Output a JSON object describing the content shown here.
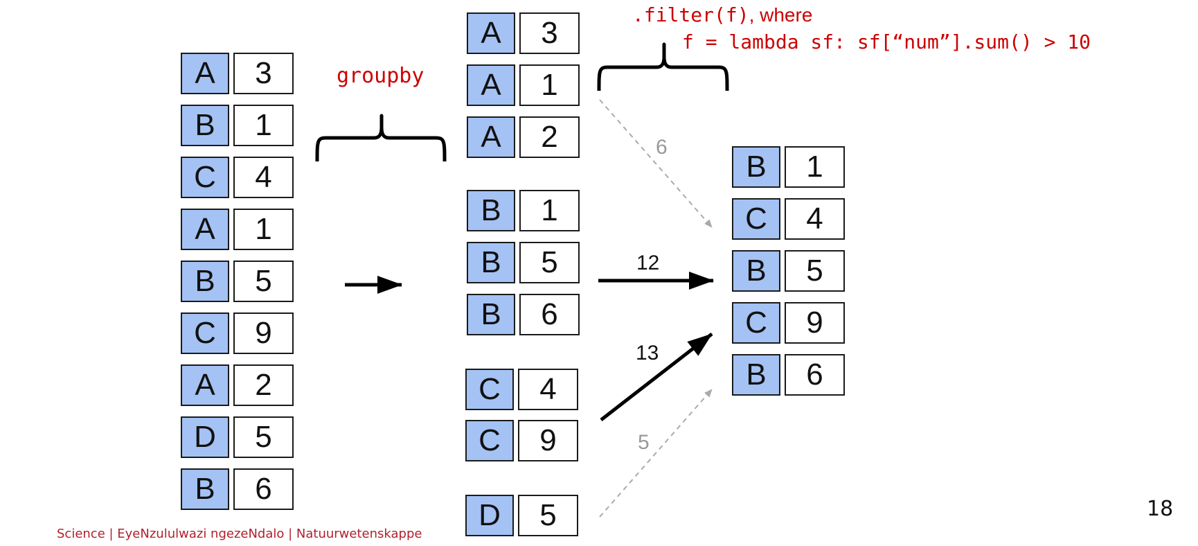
{
  "input_table": [
    {
      "key": "A",
      "num": "3"
    },
    {
      "key": "B",
      "num": "1"
    },
    {
      "key": "C",
      "num": "4"
    },
    {
      "key": "A",
      "num": "1"
    },
    {
      "key": "B",
      "num": "5"
    },
    {
      "key": "C",
      "num": "9"
    },
    {
      "key": "A",
      "num": "2"
    },
    {
      "key": "D",
      "num": "5"
    },
    {
      "key": "B",
      "num": "6"
    }
  ],
  "groups": {
    "A": [
      {
        "key": "A",
        "num": "3"
      },
      {
        "key": "A",
        "num": "1"
      },
      {
        "key": "A",
        "num": "2"
      }
    ],
    "B": [
      {
        "key": "B",
        "num": "1"
      },
      {
        "key": "B",
        "num": "5"
      },
      {
        "key": "B",
        "num": "6"
      }
    ],
    "C": [
      {
        "key": "C",
        "num": "4"
      },
      {
        "key": "C",
        "num": "9"
      }
    ],
    "D": [
      {
        "key": "D",
        "num": "5"
      }
    ]
  },
  "output_table": [
    {
      "key": "B",
      "num": "1"
    },
    {
      "key": "C",
      "num": "4"
    },
    {
      "key": "B",
      "num": "5"
    },
    {
      "key": "C",
      "num": "9"
    },
    {
      "key": "B",
      "num": "6"
    }
  ],
  "labels": {
    "groupby": "groupby",
    "filter_code": ".filter(f)",
    "filter_where": ", where",
    "lambda_code": "f = lambda sf: sf[“num”].sum() > 10"
  },
  "group_sums": {
    "A": "6",
    "B": "12",
    "C": "13",
    "D": "5"
  },
  "footer": "Science | EyeNzululwazi ngezeNdalo | Natuurwetenskappe",
  "page_number": "18",
  "colors": {
    "key_cell": "#a4c2f4",
    "value_cell": "#ffffff",
    "code_text": "#cc0000",
    "passing_arrow": "#000000",
    "filtered_arrow": "#aaaaaa",
    "footer_text": "#b0202e"
  }
}
